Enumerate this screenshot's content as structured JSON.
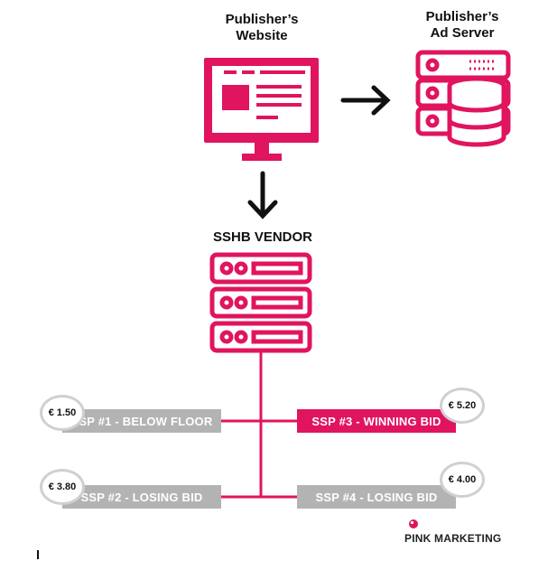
{
  "colors": {
    "pink": "#e0145f",
    "gray": "#b3b3b3",
    "price_ring": "#d0d0d0"
  },
  "labels": {
    "publisher_website": "Publisher’s\nWebsite",
    "publisher_ad_server": "Publisher’s\nAd Server",
    "sshb_vendor": "SSHB VENDOR"
  },
  "ssps": [
    {
      "label": "SSP #1 - BELOW FLOOR",
      "price": "€ 1.50",
      "status": "below-floor"
    },
    {
      "label": "SSP #2 - LOSING BID",
      "price": "€ 3.80",
      "status": "losing"
    },
    {
      "label": "SSP #3 - WINNING BID",
      "price": "€ 5.20",
      "status": "winning"
    },
    {
      "label": "SSP #4 - LOSING BID",
      "price": "€ 4.00",
      "status": "losing"
    }
  ],
  "brand": {
    "name": "PINK MARKETING",
    "icon": "pink-dot-logo-icon"
  },
  "icons": [
    "monitor-icon",
    "server-rack-icon",
    "database-icon",
    "arrow-right-icon",
    "arrow-down-icon"
  ]
}
